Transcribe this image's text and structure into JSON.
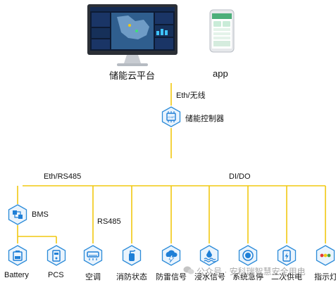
{
  "top": {
    "cloud_label": "储能云平台",
    "app_label": "app",
    "link_label": "Eth/无线"
  },
  "controller": {
    "label": "储能控制器",
    "chip_text": "CHIP"
  },
  "branches": {
    "left_label": "Eth/RS485",
    "right_label": "DI/DO",
    "rs485_label": "RS485"
  },
  "bms": {
    "label": "BMS"
  },
  "devices": [
    {
      "label": "Battery",
      "icon": "battery-icon"
    },
    {
      "label": "PCS",
      "icon": "pcs-icon"
    },
    {
      "label": "空调",
      "icon": "air-conditioner-icon"
    },
    {
      "label": "消防状态",
      "icon": "fire-extinguisher-icon"
    },
    {
      "label": "防雷信号",
      "icon": "lightning-cloud-icon"
    },
    {
      "label": "浸水信号",
      "icon": "water-immersion-icon"
    },
    {
      "label": "系统急停",
      "icon": "emergency-stop-icon"
    },
    {
      "label": "二次供电",
      "icon": "secondary-power-icon"
    },
    {
      "label": "指示灯",
      "icon": "indicator-light-icon"
    }
  ],
  "watermark": "公众号 · 安科瑞智慧安全用电",
  "colors": {
    "line": "#f2c811",
    "icon_blue": "#1f7fd6",
    "hex_stroke": "#2a8ad8"
  }
}
